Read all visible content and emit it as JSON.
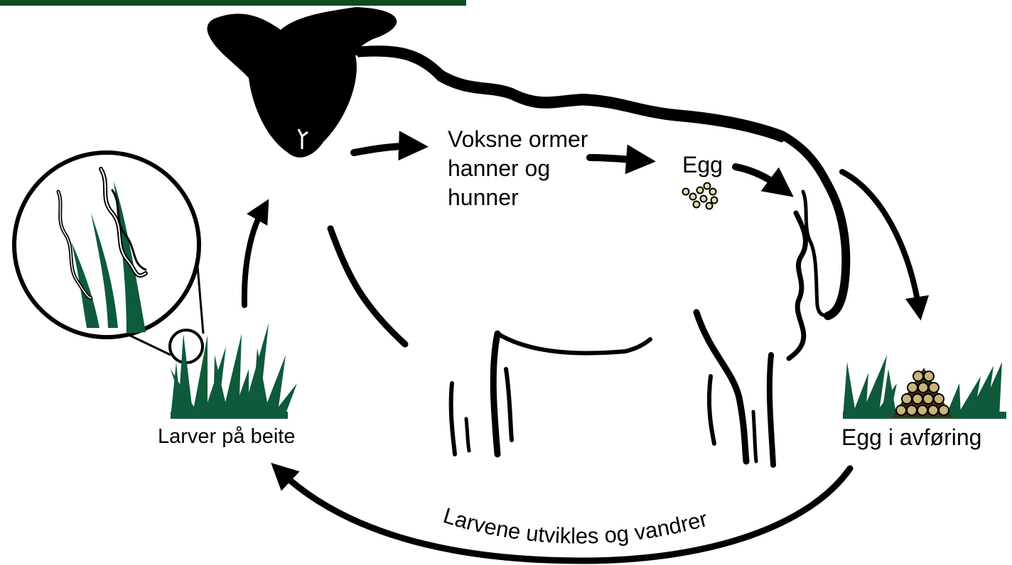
{
  "header_bar": {
    "color": "#0e4d1c"
  },
  "colors": {
    "grass": "#0e5a3a",
    "ink": "#000000",
    "egg": "#e8d9a8",
    "dung": "#4a3a1e"
  },
  "labels": {
    "adults_line1": "Voksne ormer",
    "adults_line2": "hanner og",
    "adults_line3": "hunner",
    "egg": "Egg",
    "larvae_on_pasture": "Larver på beite",
    "eggs_in_feces": "Egg i avføring",
    "larvae_develop": "Larvene utvikles og vandrer"
  },
  "icons": [
    "sheep-icon",
    "grass-icon",
    "magnifier-icon",
    "larva-icon",
    "egg-cluster-icon",
    "dung-icon",
    "arrow-icon"
  ]
}
